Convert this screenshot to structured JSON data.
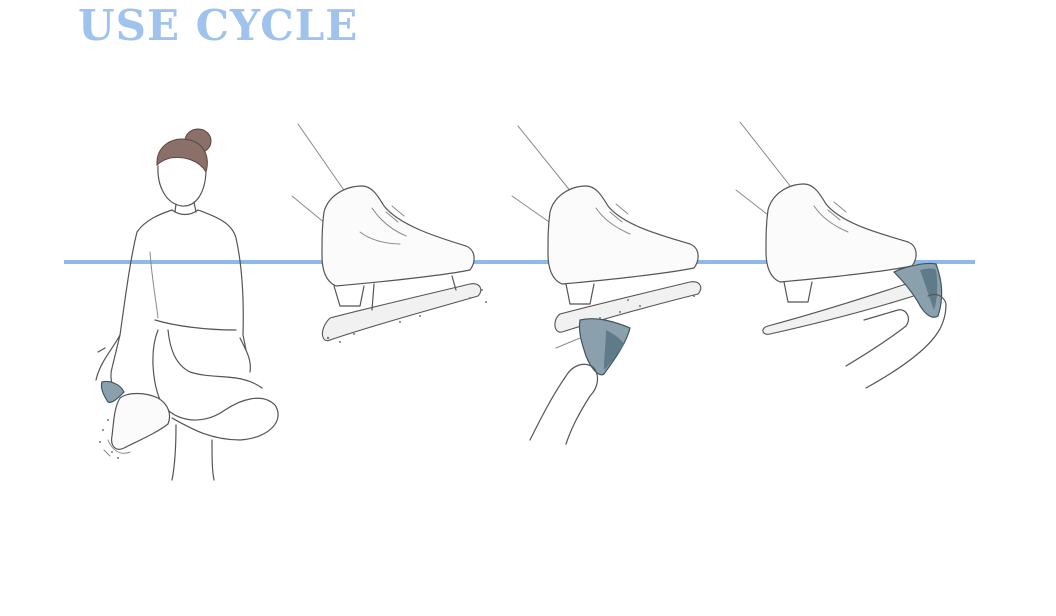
{
  "title": "USE CYCLE",
  "colors": {
    "title": "#9fc3ec",
    "horizon_line": "#8fb9e8",
    "guard_fill": "#8aa0ac",
    "guard_dark": "#5f7a88",
    "hair": "#8a7068"
  },
  "panels": [
    {
      "name": "skater-holding-guard"
    },
    {
      "name": "skate-on-ice"
    },
    {
      "name": "guard-slid-onto-blade-heel"
    },
    {
      "name": "guard-slid-onto-blade-toe"
    }
  ]
}
